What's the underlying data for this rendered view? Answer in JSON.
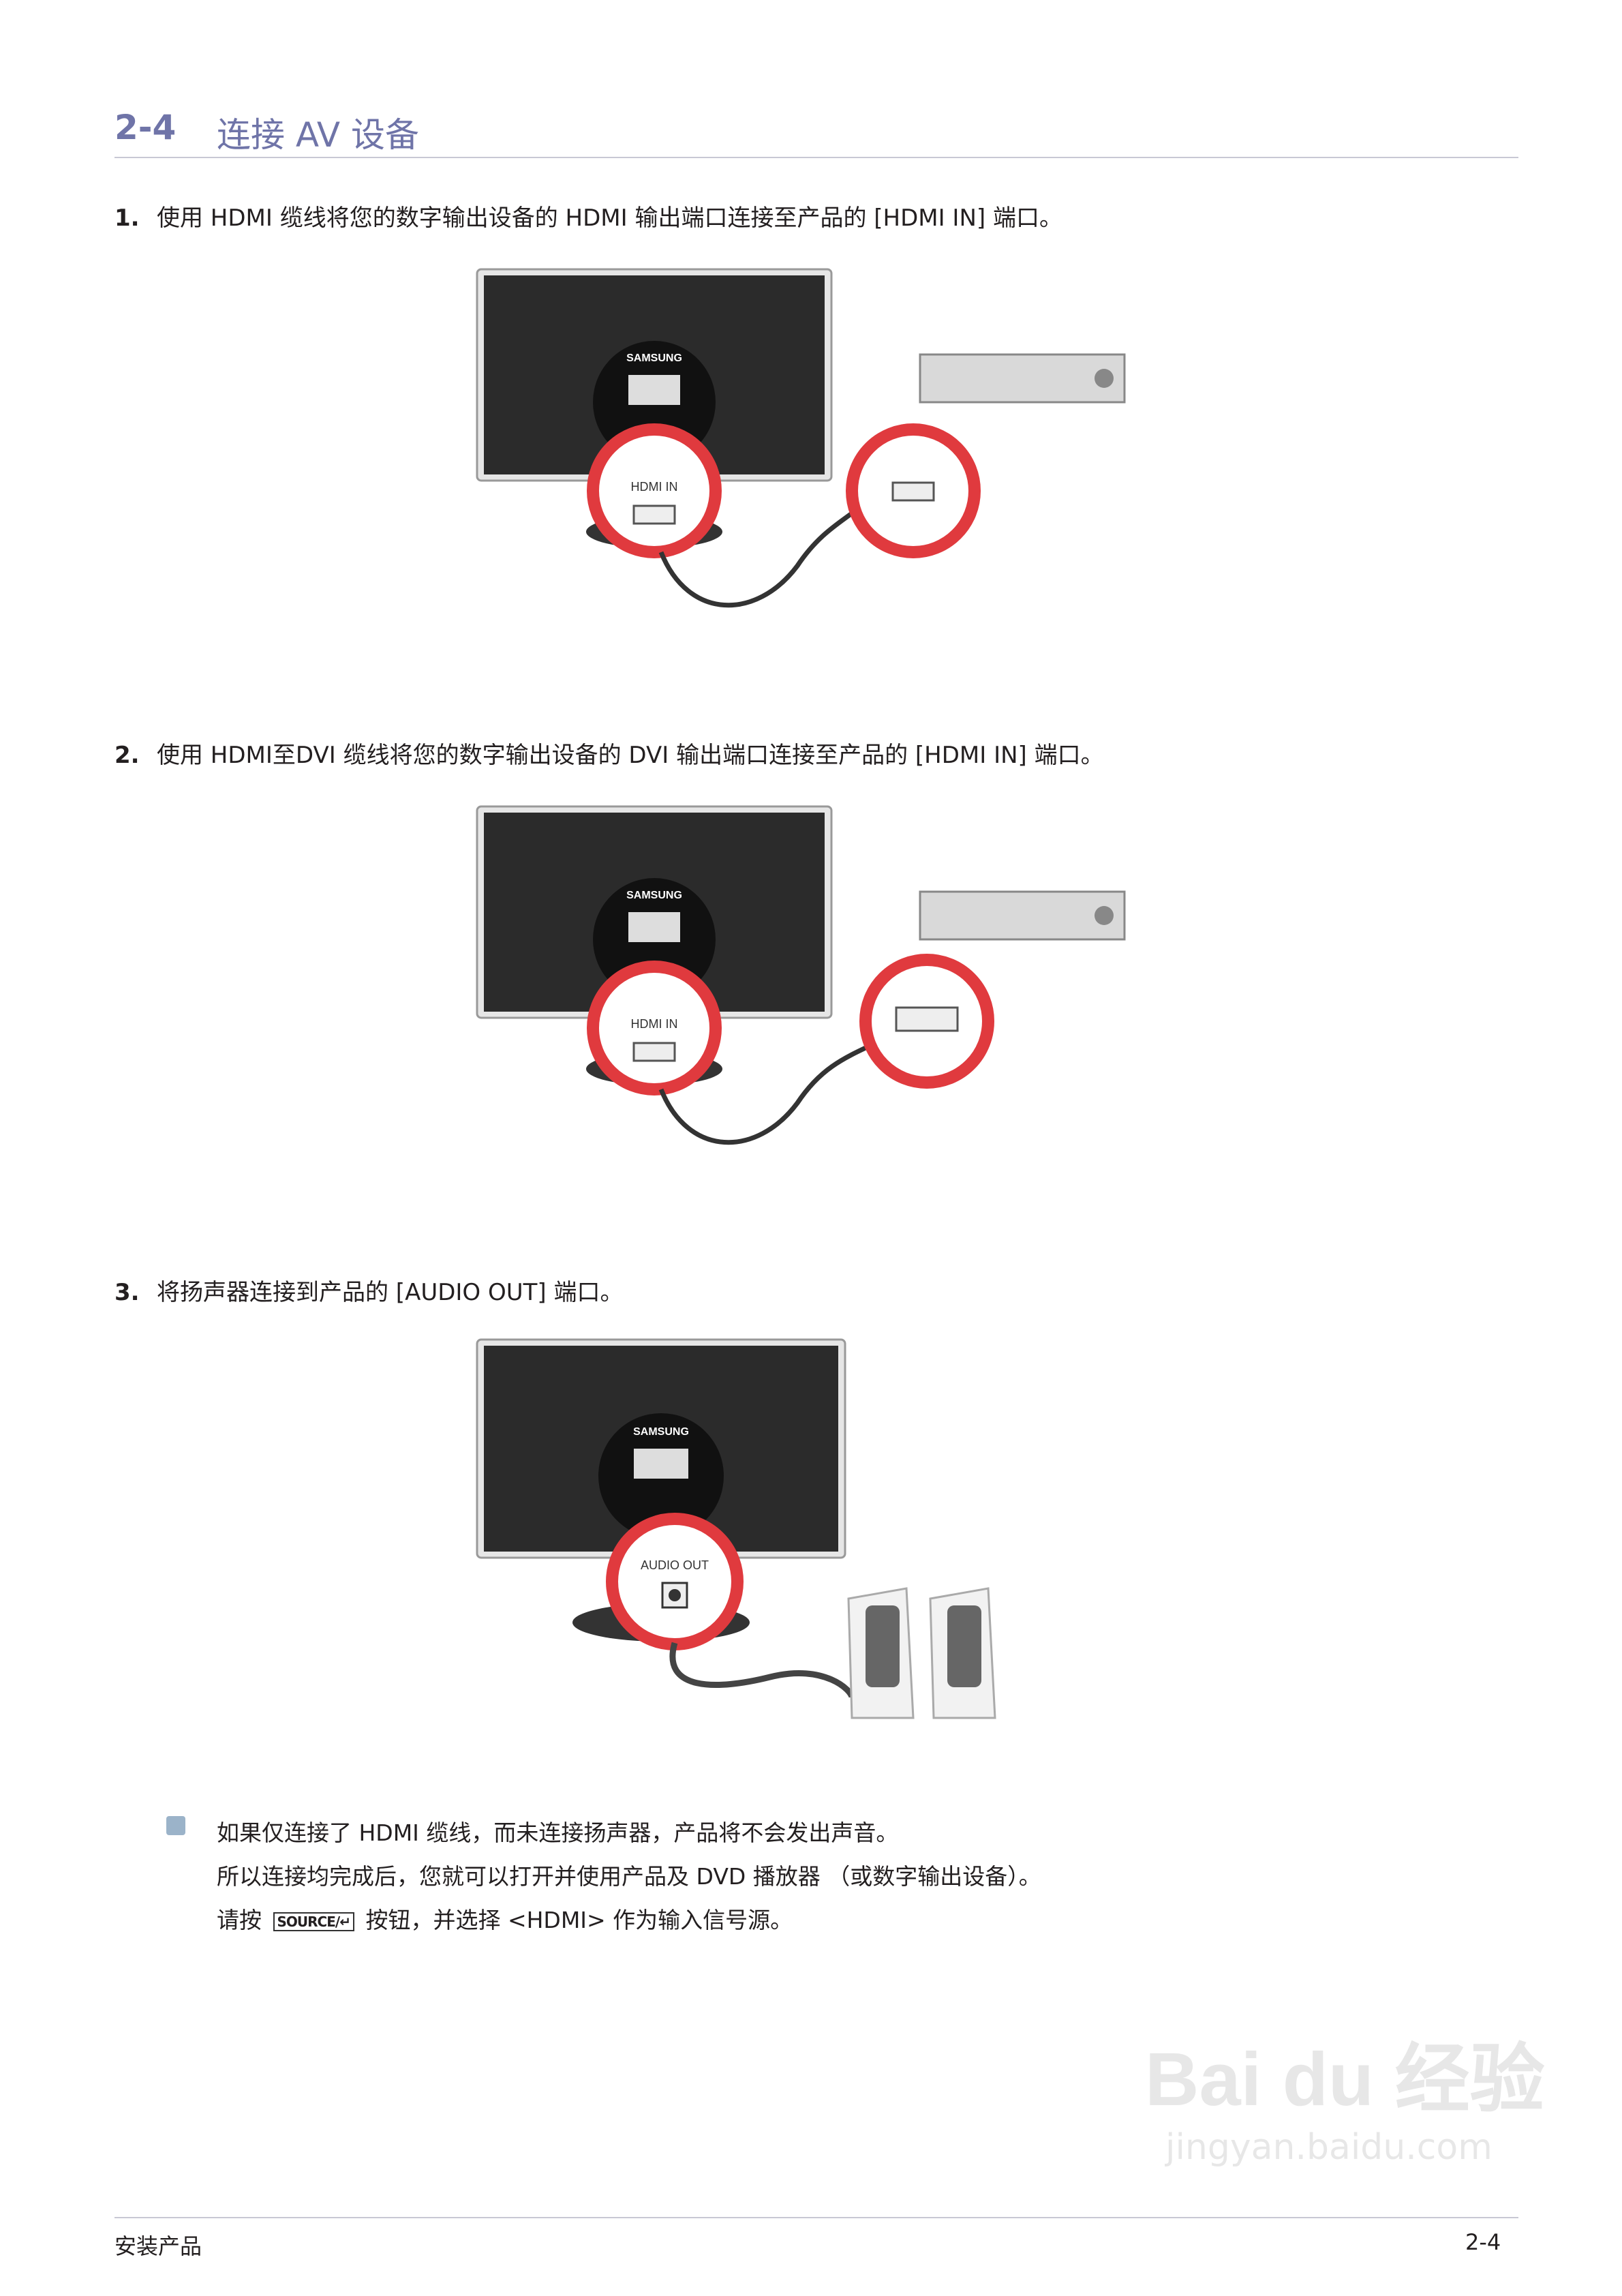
{
  "section": {
    "number": "2-4",
    "title": "连接 AV 设备"
  },
  "steps": [
    {
      "num": "1.",
      "text": "使用 HDMI 缆线将您的数字输出设备的 HDMI 输出端口连接至产品的 [HDMI IN] 端口。"
    },
    {
      "num": "2.",
      "text": "使用 HDMI至DVI 缆线将您的数字输出设备的 DVI 输出端口连接至产品的 [HDMI IN] 端口。"
    },
    {
      "num": "3.",
      "text": "将扬声器连接到产品的 [AUDIO OUT] 端口。"
    }
  ],
  "figures": {
    "brand": "SAMSUNG",
    "hdmi_in_label": "HDMI IN",
    "audio_out_label": "AUDIO OUT"
  },
  "note": {
    "line1": "如果仅连接了 HDMI 缆线，而未连接扬声器，产品将不会发出声音。",
    "line2": "所以连接均完成后，您就可以打开并使用产品及 DVD 播放器 （或数字输出设备）。",
    "line3_before": "请按",
    "source_button": "SOURCE/↵",
    "line3_after": "按钮，并选择 <HDMI> 作为输入信号源。"
  },
  "footer": {
    "left": "安装产品",
    "right": "2-4"
  },
  "watermark": {
    "text": "Bai du 经验",
    "url": "jingyan.baidu.com"
  },
  "colors": {
    "accent": "#6f74a8",
    "callout": "#e03a3e",
    "monitor": "#2b2b2b"
  }
}
